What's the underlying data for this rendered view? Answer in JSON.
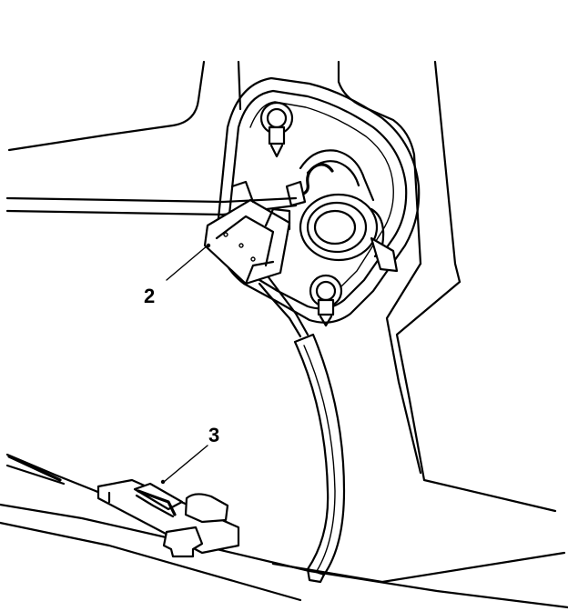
{
  "callouts": [
    {
      "label": "2",
      "target": "connector"
    },
    {
      "label": "3",
      "target": "clip"
    }
  ],
  "colors": {
    "line": "#000000",
    "background": "#ffffff"
  }
}
